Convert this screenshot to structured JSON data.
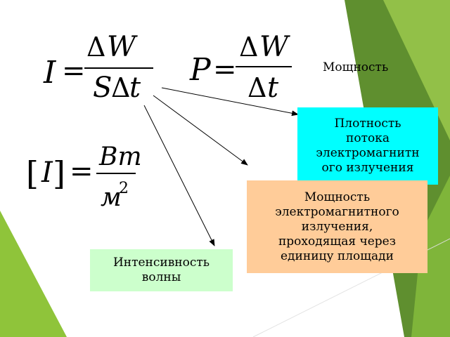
{
  "colors": {
    "cyan_box": "#00ffff",
    "peach_box": "#ffcc99",
    "green_box": "#ccffcc",
    "right_band": "#5f8f2f",
    "left_band": "#8fc43a"
  },
  "formula_I": {
    "lhs": "I",
    "eq": "=",
    "num_delta": "Δ",
    "num_var": "W",
    "den_area": "S",
    "den_delta": "Δ",
    "den_var": "t"
  },
  "formula_P": {
    "lhs": "P",
    "eq": "=",
    "num_delta": "Δ",
    "num_var": "W",
    "den_delta": "Δ",
    "den_var": "t"
  },
  "formula_unit": {
    "lbr": "[",
    "var": "I",
    "rbr": "]",
    "eq": "=",
    "num": "Вт",
    "den": "м",
    "exp": "2"
  },
  "labels": {
    "power": "Мощность",
    "flux_density": [
      "Плотность",
      "потока",
      "электромагнитн",
      "ого излучения"
    ],
    "power_per_area": [
      "Мощность",
      "электромагнитного",
      "излучения,",
      "проходящая через",
      "единицу площади"
    ],
    "intensity": [
      "Интенсивность",
      "волны"
    ]
  }
}
